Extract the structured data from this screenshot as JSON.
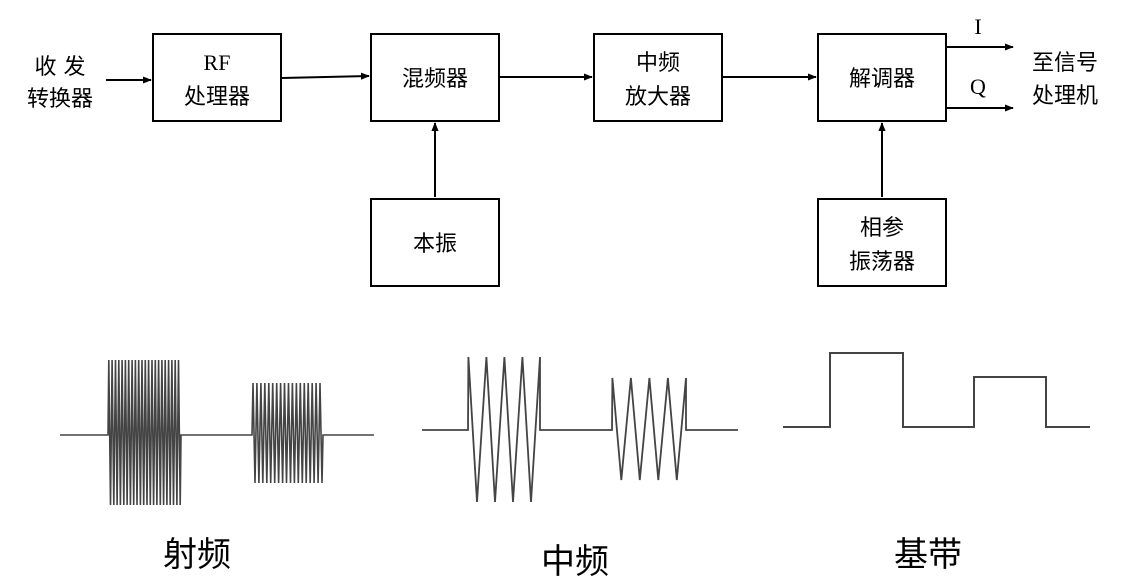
{
  "input": {
    "line1": "收 发",
    "line2": "转换器"
  },
  "blocks": {
    "rf": {
      "line1": "RF",
      "line2": "处理器"
    },
    "mixer": {
      "label": "混频器"
    },
    "if_amp": {
      "line1": "中频",
      "line2": "放大器"
    },
    "demod": {
      "label": "解调器"
    },
    "lo": {
      "label": "本振"
    },
    "ref_osc": {
      "line1": "相参",
      "line2": "振荡器"
    }
  },
  "outputs": {
    "i_label": "I",
    "q_label": "Q"
  },
  "destination": {
    "line1": "至信号",
    "line2": "处理机"
  },
  "waveforms": {
    "rf": {
      "caption": "射频"
    },
    "if": {
      "caption": "中频"
    },
    "baseband": {
      "caption": "基带"
    }
  },
  "colors": {
    "line": "#000000",
    "wave": "#444444"
  }
}
